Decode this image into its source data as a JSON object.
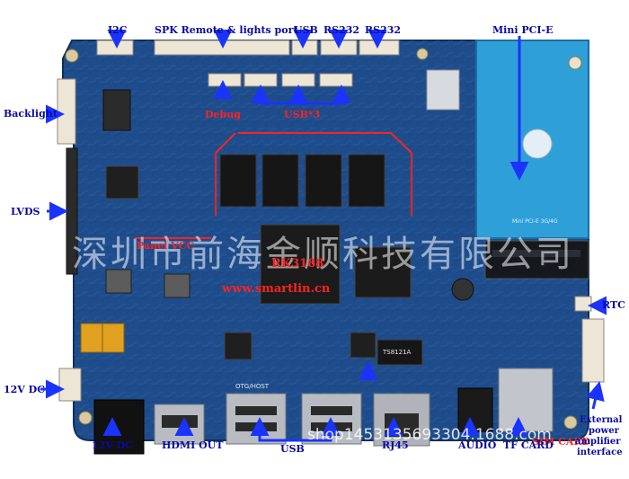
{
  "colors": {
    "label": "#0a0aa0",
    "label_alt": "#ffffff",
    "overlay_red": "#ff2222",
    "arrow": "#1a33ff",
    "board": "#1f4d8c",
    "board_dark": "#163a6e",
    "chip": "#1b1b1b",
    "connector": "#ede6d6",
    "pci_card": "#2f9fd8",
    "metal": "#b8bcc2",
    "watermark": "#ffffff"
  },
  "labels": {
    "i2c": "I2C",
    "spk_remote": "SPK Remote & lights port",
    "usb_top": "USB",
    "rs232_a": "RS232",
    "rs232_b": "RS232",
    "mini_pcie": "Mini PCI-E",
    "backlight": "Backlight",
    "debug": "Debug",
    "usb_x3": "USB*3",
    "lvds": "LVDS",
    "panel_vcc": "Panel VCC",
    "rk3188": "RK3188",
    "website": "www.smartlin.cn",
    "rtc": "RTC",
    "dc12_left": "12V DC",
    "dc12_bottom": "12V DC",
    "hdmi_out": "HDMI OUT",
    "usb_bottom": "USB",
    "rj45": "RJ45",
    "audio": "AUDIO",
    "sim_card": "SIM CARD",
    "tf_card": "TF CARD",
    "ext_power_1": "External",
    "ext_power_2": "power",
    "ext_power_3": "amplifier",
    "ext_power_4": "interface"
  },
  "watermarks": {
    "company": "深圳市前海金顺科技有限公司",
    "shop": "shop1453135693304.1688.com"
  },
  "silkscreen": {
    "otg_host": "OTG/HOST",
    "lan_chip": "TS8121A",
    "minipcie_text": "Mini PCI-E 3G/4G"
  }
}
